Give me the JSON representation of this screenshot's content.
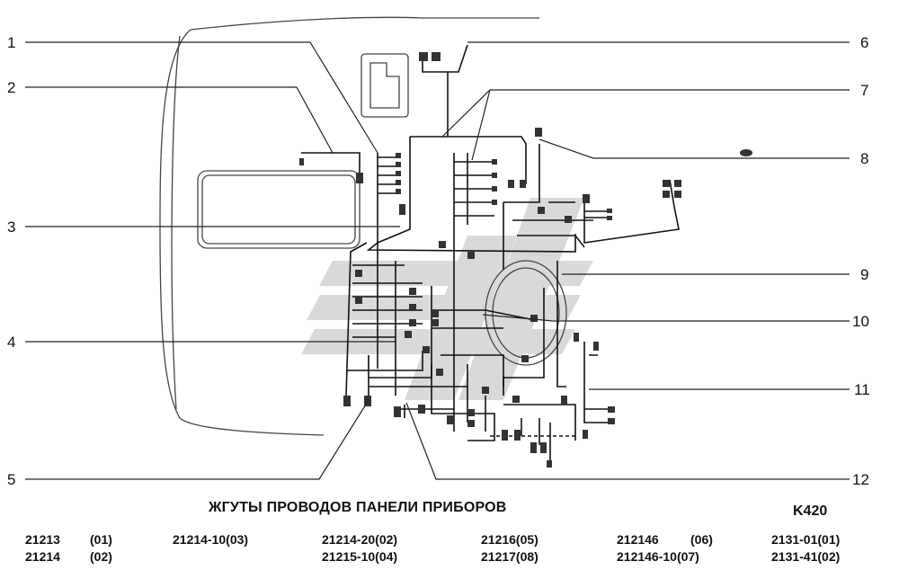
{
  "title": "ЖГУТЫ ПРОВОДОВ ПАНЕЛИ ПРИБОРОВ",
  "code": "K420",
  "callouts": [
    "1",
    "2",
    "3",
    "4",
    "5",
    "6",
    "7",
    "8",
    "9",
    "10",
    "11",
    "12"
  ],
  "models": {
    "c1": [
      "21213",
      "21214"
    ],
    "c2": [
      "(01)",
      "(02)"
    ],
    "c3": [
      "21214-10(03)"
    ],
    "c4": [
      "21214-20(02)",
      "21215-10(04)"
    ],
    "c5": [
      "21216(05)",
      "21217(08)"
    ],
    "c6": [
      "212146",
      "212146-10(07)"
    ],
    "c7": [
      "(06)"
    ],
    "c8": [
      "2131-01(01)",
      "2131-41(02)"
    ]
  }
}
